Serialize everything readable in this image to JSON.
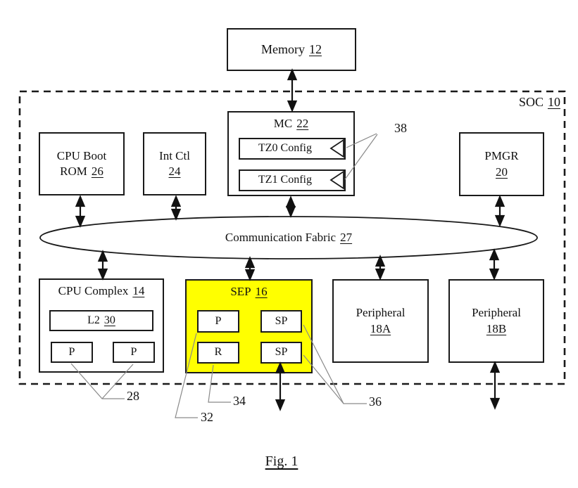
{
  "memory": {
    "label": "Memory",
    "ref": "12"
  },
  "soc": {
    "label": "SOC",
    "ref": "10"
  },
  "mc": {
    "label": "MC",
    "ref": "22",
    "tz0_label": "TZ0 Config",
    "tz1_label": "TZ1 Config"
  },
  "cpu_boot_rom": {
    "line1": "CPU Boot",
    "line2": "ROM",
    "ref": "26"
  },
  "int_ctl": {
    "label": "Int Ctl",
    "ref": "24"
  },
  "pmgr": {
    "label": "PMGR",
    "ref": "20"
  },
  "fabric": {
    "label": "Communication Fabric",
    "ref": "27"
  },
  "cpu_complex": {
    "label": "CPU Complex",
    "ref": "14",
    "l2_label": "L2",
    "l2_ref": "30",
    "p1": "P",
    "p2": "P"
  },
  "sep": {
    "label": "SEP",
    "ref": "16",
    "p": "P",
    "sp1": "SP",
    "r": "R",
    "sp2": "SP"
  },
  "peripheral_a": {
    "label": "Peripheral",
    "ref": "18A"
  },
  "peripheral_b": {
    "label": "Peripheral",
    "ref": "18B"
  },
  "callouts": {
    "c28": "28",
    "c32": "32",
    "c34": "34",
    "c36": "36",
    "c38": "38"
  },
  "caption": "Fig. 1",
  "colors": {
    "sep_fill": "#ffff00",
    "stroke": "#1a1a1a",
    "leader": "#8a8a8a"
  }
}
